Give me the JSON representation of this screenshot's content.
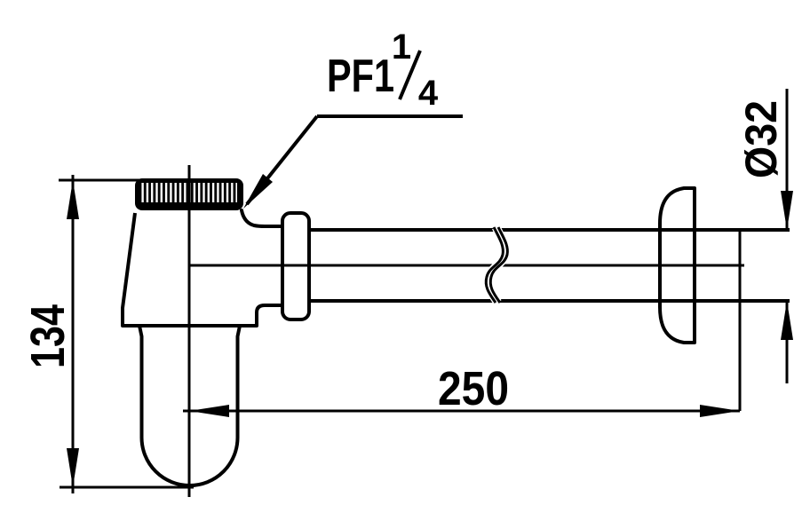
{
  "colors": {
    "ink": "#000000",
    "paper": "#ffffff"
  },
  "callout": {
    "prefix": "PF1",
    "fraction_numerator": "1",
    "fraction_denominator": "4"
  },
  "dimensions": {
    "height": "134",
    "length": "250",
    "diameter": "Ø32"
  }
}
